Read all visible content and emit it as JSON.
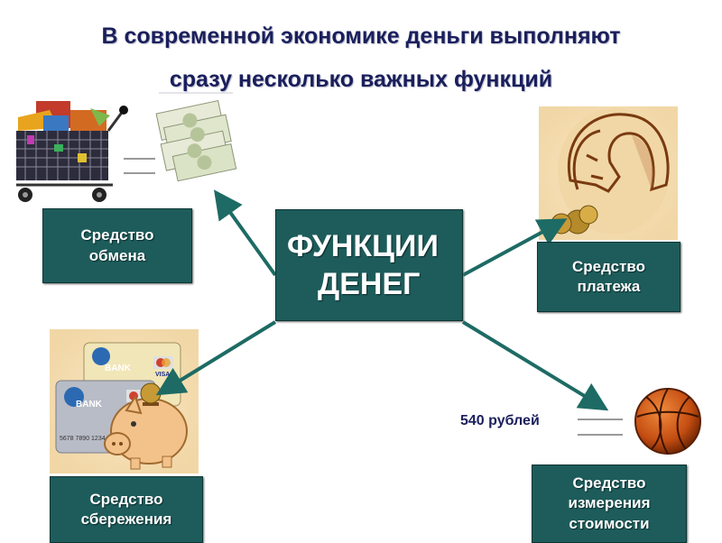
{
  "title": {
    "line1": "В современной экономике деньги выполняют",
    "line2": "сразу несколько важных функций"
  },
  "center": {
    "line1": "ФУНКЦИИ",
    "line2": "ДЕНЕГ"
  },
  "functions": {
    "exchange": "Средство\nобмена",
    "payment": "Средство\nплатежа",
    "savings": "Средство\nсбережения",
    "measure": "Средство\nизмерения\nстоимости"
  },
  "price_label": "540 рублей",
  "card_text": {
    "bank1": "BANK",
    "bank2": "BANK",
    "visa": "VISA",
    "card_number": "5678 7890 1234"
  },
  "colors": {
    "box": "#1d5c5b",
    "arrow": "#1d6b64",
    "title": "#1a1f5c"
  },
  "icons": [
    "shopping-cart-icon",
    "banknotes-icon",
    "faces-coins-icon",
    "bank-cards-icon",
    "piggy-bank-icon",
    "basketball-icon"
  ]
}
